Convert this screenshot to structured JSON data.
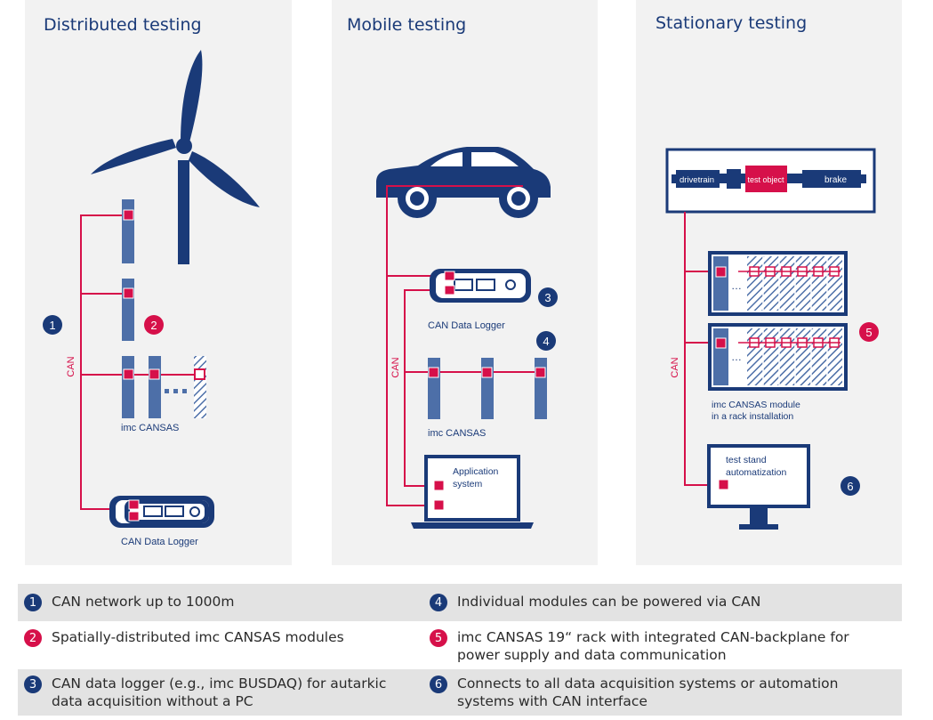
{
  "colors": {
    "navy": "#1a3a78",
    "module_blue": "#4d6fa8",
    "can_red": "#d6104a",
    "panel_bg": "#f2f2f2",
    "legend_shade": "#e3e3e3"
  },
  "panels": {
    "distributed": {
      "title": "Distributed testing",
      "can_label": "CAN",
      "cansas_label": "imc CANSAS",
      "logger_label": "CAN Data Logger",
      "badges": [
        "1",
        "2"
      ]
    },
    "mobile": {
      "title": "Mobile testing",
      "can_label": "CAN",
      "logger_label": "CAN Data Logger",
      "cansas_label": "imc CANSAS",
      "app_label_line1": "Application",
      "app_label_line2": "system",
      "badges": [
        "3",
        "4"
      ]
    },
    "stationary": {
      "title": "Stationary testing",
      "can_label": "CAN",
      "drivetrain_label": "drivetrain",
      "test_object_label": "test object",
      "brake_label": "brake",
      "rack_label_line1": "imc CANSAS module",
      "rack_label_line2": "in a rack installation",
      "test_stand_line1": "test stand",
      "test_stand_line2": "automatization",
      "badges": [
        "5",
        "6"
      ]
    }
  },
  "legend": [
    {
      "num": "1",
      "color": "blue",
      "lines": [
        "CAN network up to 1000m"
      ]
    },
    {
      "num": "4",
      "color": "blue",
      "lines": [
        "Individual modules can be powered via CAN"
      ]
    },
    {
      "num": "2",
      "color": "red",
      "lines": [
        "Spatially-distributed imc CANSAS modules"
      ]
    },
    {
      "num": "5",
      "color": "red",
      "lines": [
        "imc CANSAS 19“ rack with integrated CAN-backplane for",
        "power supply and data communication"
      ]
    },
    {
      "num": "3",
      "color": "blue",
      "lines": [
        "CAN data logger (e.g., imc BUSDAQ) for autarkic",
        "data acquisition without a PC"
      ]
    },
    {
      "num": "6",
      "color": "blue",
      "lines": [
        "Connects to all data acquisition systems or automation",
        "systems with CAN interface"
      ]
    }
  ]
}
